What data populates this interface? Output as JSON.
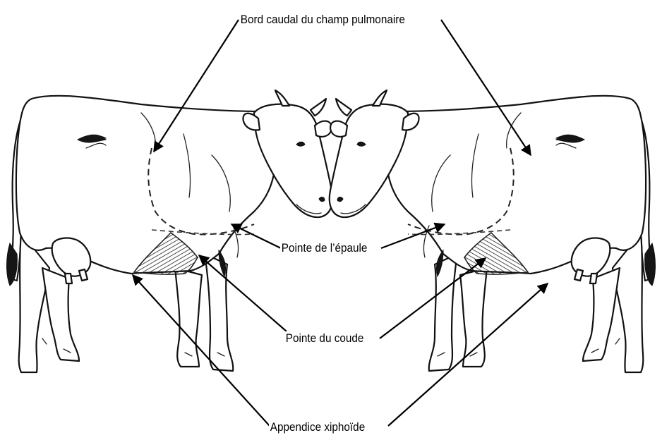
{
  "labels": {
    "lung_border": "Bord caudal du champ pulmonaire",
    "shoulder_point": "Pointe de l’épaule",
    "elbow_point": "Pointe du coude",
    "xiphoid": "Appendice xiphoïde"
  }
}
